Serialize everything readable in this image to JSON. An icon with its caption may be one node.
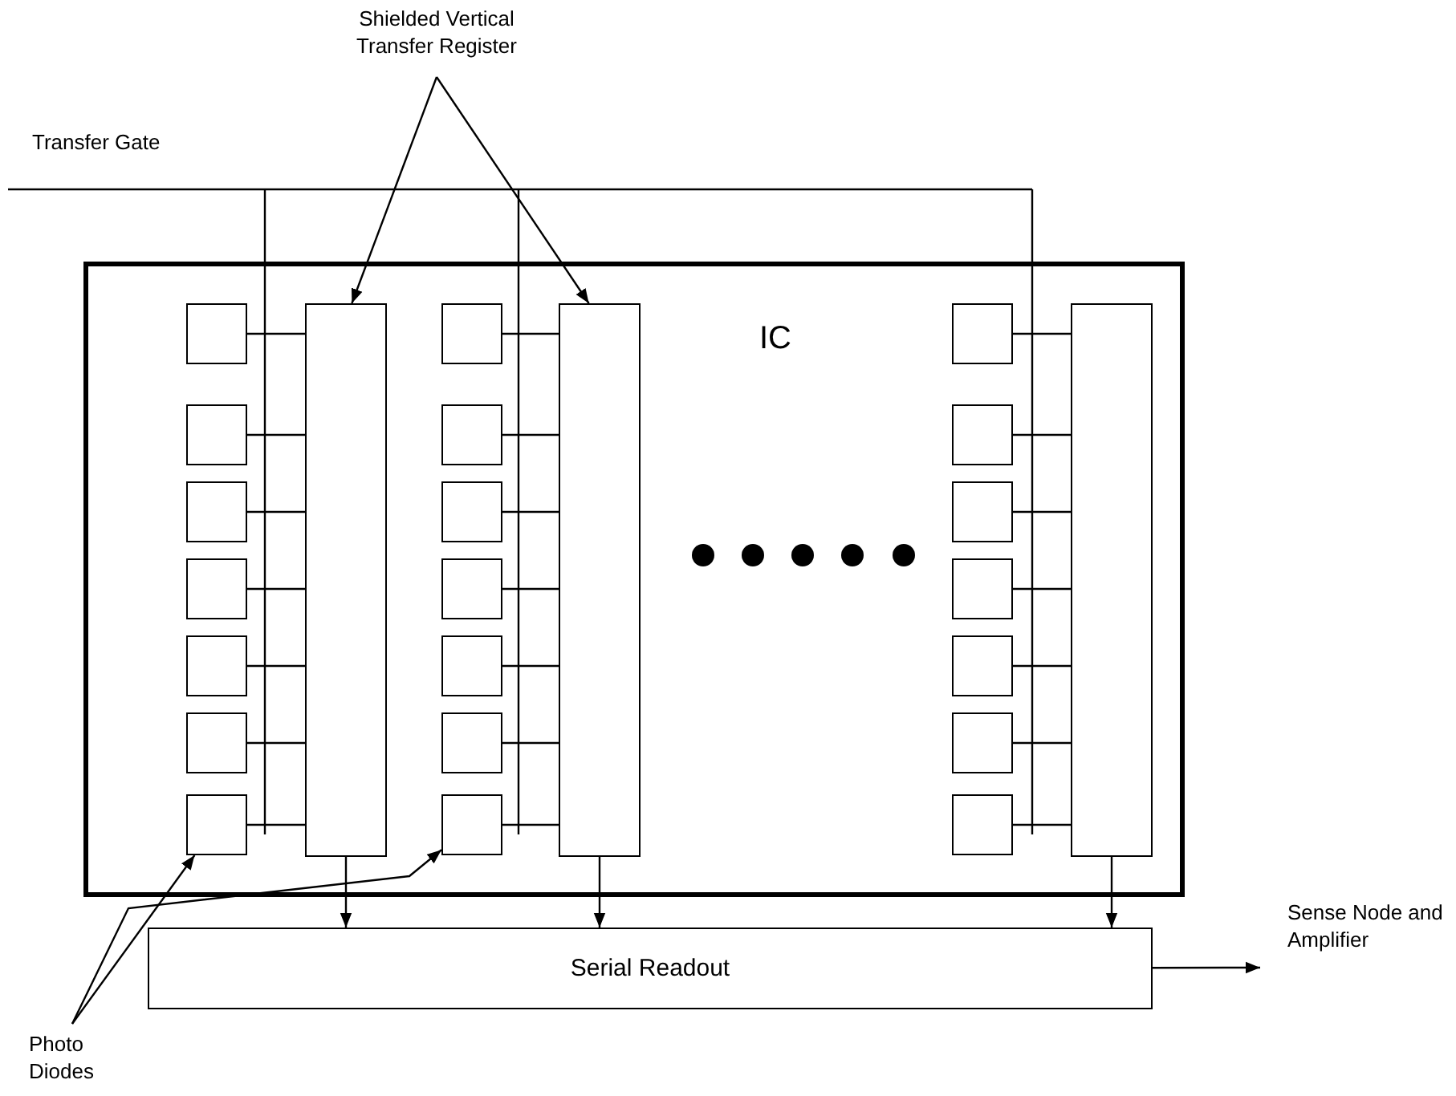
{
  "diagram": {
    "nodes": [
      {
        "text": [
          "IC"
        ]
      },
      {
        "text": [],
        "shape": "box",
        "in": 0
      },
      {
        "text": [],
        "shape": "box",
        "in": 0
      },
      {
        "text": [],
        "shape": "box",
        "in": 0
      },
      {
        "text": [],
        "shape": "box",
        "in": 0
      },
      {
        "text": [],
        "shape": "box",
        "in": 0
      },
      {
        "text": [],
        "shape": "box",
        "in": 0
      },
      {
        "text": [],
        "shape": "box",
        "in": 0
      },
      {
        "text": [],
        "shape": "box",
        "in": 0
      },
      {
        "text": [],
        "shape": "box",
        "in": 0
      },
      {
        "text": [],
        "shape": "box",
        "in": 0
      },
      {
        "text": [],
        "shape": "box",
        "in": 0
      },
      {
        "text": [],
        "shape": "box",
        "in": 0
      },
      {
        "text": [],
        "shape": "box",
        "in": 0
      },
      {
        "text": [],
        "shape": "box",
        "in": 0
      },
      {
        "text": [],
        "shape": "box",
        "in": 0
      },
      {
        "text": [],
        "shape": "box",
        "in": 0
      },
      {
        "text": [],
        "shape": "box",
        "in": 0
      },
      {
        "text": [],
        "shape": "box",
        "in": 0
      },
      {
        "text": [],
        "shape": "box",
        "in": 0
      },
      {
        "text": [],
        "shape": "box",
        "in": 0
      },
      {
        "text": [],
        "shape": "box",
        "in": 0
      },
      {
        "text": [],
        "shape": "box",
        "in": 0
      },
      {
        "text": [],
        "shape": "box",
        "in": 0
      },
      {
        "text": [],
        "shape": "box",
        "in": 0
      },
      {
        "text": [
          "Serial Readout"
        ]
      },
      {
        "text": [
          "Shielded Vertical Transfer Register"
        ]
      },
      {
        "text": [
          "Photo Diodes"
        ]
      },
      {
        "text": [
          "Sense Node and Amplifier"
        ]
      }
    ],
    "edges": [
      {
        "from": 1,
        "to": 8,
        "arrow": "none"
      },
      {
        "from": 2,
        "to": 8,
        "arrow": "none"
      },
      {
        "from": 3,
        "to": 8,
        "arrow": "none"
      },
      {
        "from": 4,
        "to": 8,
        "arrow": "none"
      },
      {
        "from": 5,
        "to": 8,
        "arrow": "none"
      },
      {
        "from": 6,
        "to": 8,
        "arrow": "none"
      },
      {
        "from": 7,
        "to": 8,
        "arrow": "none"
      },
      {
        "from": 9,
        "to": 16,
        "arrow": "none"
      },
      {
        "from": 10,
        "to": 16,
        "arrow": "none"
      },
      {
        "from": 11,
        "to": 16,
        "arrow": "none"
      },
      {
        "from": 12,
        "to": 16,
        "arrow": "none"
      },
      {
        "from": 13,
        "to": 16,
        "arrow": "none"
      },
      {
        "from": 14,
        "to": 16,
        "arrow": "none"
      },
      {
        "from": 15,
        "to": 16,
        "arrow": "none"
      },
      {
        "from": 17,
        "to": 24,
        "arrow": "none"
      },
      {
        "from": 18,
        "to": 24,
        "arrow": "none"
      },
      {
        "from": 19,
        "to": 24,
        "arrow": "none"
      },
      {
        "from": 20,
        "to": 24,
        "arrow": "none"
      },
      {
        "from": 21,
        "to": 24,
        "arrow": "none"
      },
      {
        "from": 22,
        "to": 24,
        "arrow": "none"
      },
      {
        "from": 23,
        "to": 24,
        "arrow": "none"
      },
      {
        "from": 8,
        "to": 25,
        "arrow": "to"
      },
      {
        "from": 16,
        "to": 25,
        "arrow": "to"
      },
      {
        "from": 24,
        "to": 25,
        "arrow": "to"
      },
      {
        "from": 25,
        "to": 28,
        "arrow": "to"
      },
      {
        "from": 26,
        "to": 8,
        "arrow": "to"
      },
      {
        "from": 26,
        "to": 16,
        "arrow": "to"
      },
      {
        "from": 27,
        "to": 7,
        "arrow": "to"
      },
      {
        "from": 27,
        "to": 15,
        "arrow": "to"
      }
    ],
    "labels": [
      "Transfer Gate"
    ]
  }
}
